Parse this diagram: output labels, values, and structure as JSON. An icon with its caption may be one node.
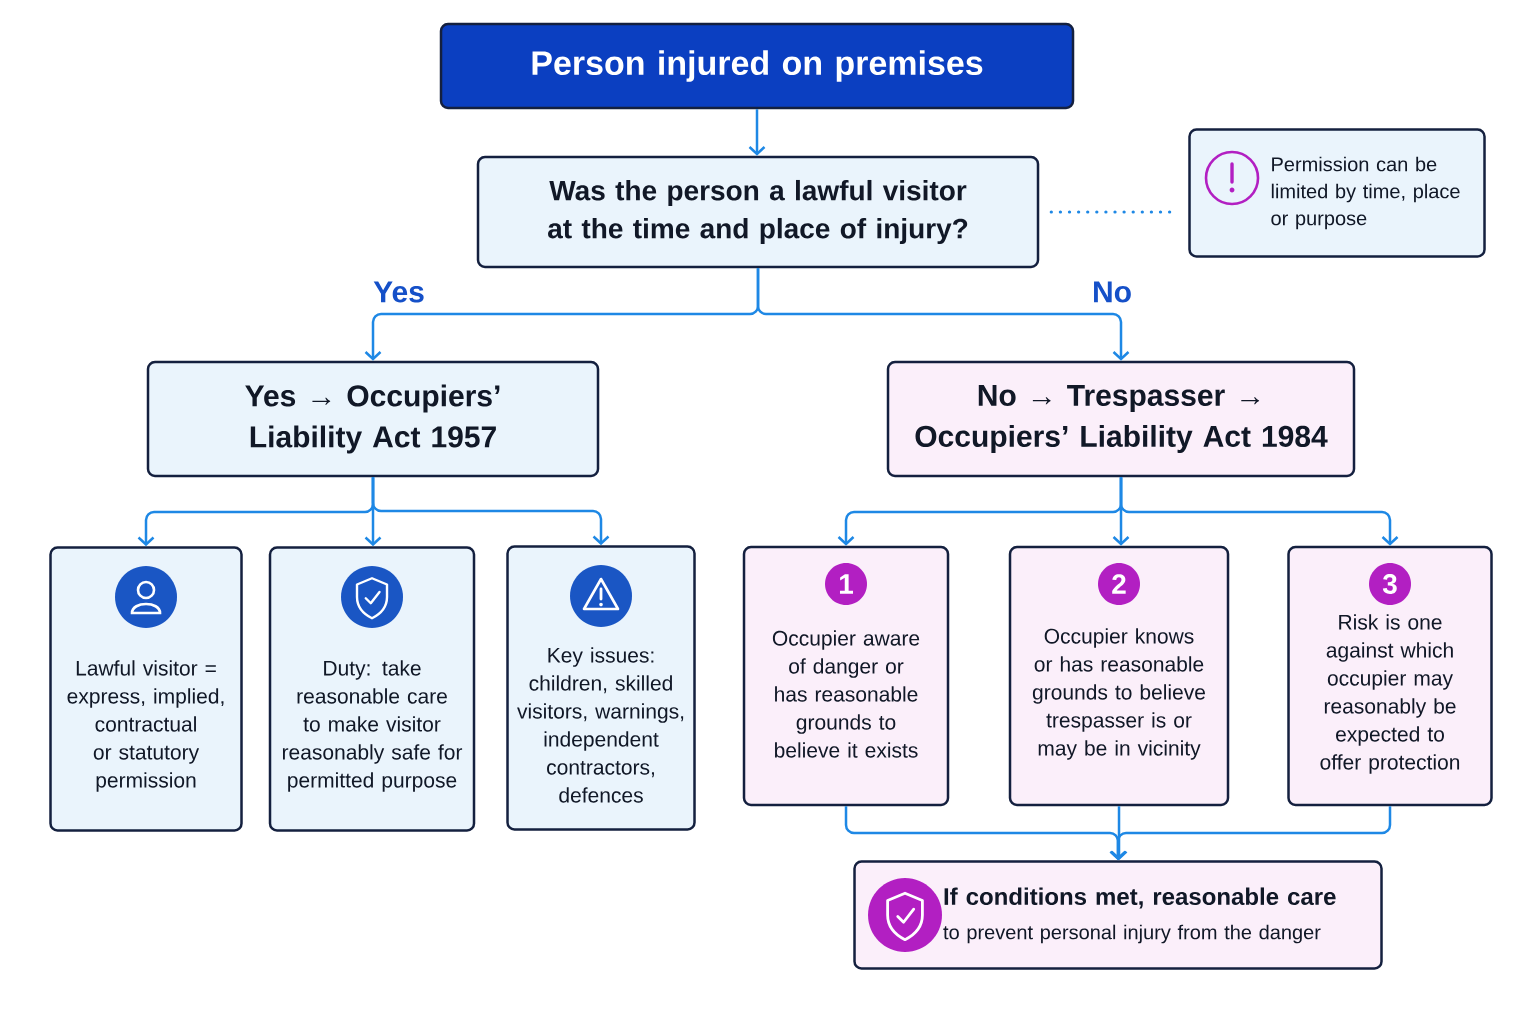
{
  "diagram": {
    "nodes": [
      {
        "text": [
          "Person injured on premises"
        ]
      },
      {
        "text": [
          "Was the person a lawful visitor at the time and place of injury?"
        ]
      },
      {
        "text": [
          "Permission can be limited by time, place or purpose"
        ]
      },
      {
        "text": [
          "Yes → Occupiers’ Liability Act 1957"
        ]
      },
      {
        "text": [
          "No → Trespasser → Occupiers’ Liability Act 1984"
        ]
      },
      {
        "text": [
          "Lawful visitor = express, implied, contractual or statutory permission"
        ]
      },
      {
        "text": [
          "Duty: take reasonable care to make visitor reasonably safe for permitted purpose"
        ]
      },
      {
        "text": [
          "Key issues: children, skilled visitors, warnings, independent contractors, defences"
        ]
      },
      {
        "text": [
          "1",
          "Occupier aware of danger or has reasonable grounds to believe it exists"
        ]
      },
      {
        "text": [
          "2",
          "Occupier knows or has reasonable grounds to believe trespasser is or may be in vicinity"
        ]
      },
      {
        "text": [
          "3",
          "Risk is one against which occupier may reasonably be expected to offer protection"
        ]
      },
      {
        "text": [
          "If conditions met, reasonable care",
          "to prevent personal injury from the danger"
        ]
      }
    ],
    "edges": [
      {
        "from": 0,
        "to": 1,
        "arrow": "to"
      },
      {
        "from": 1,
        "to": 3,
        "arrow": "to",
        "label": "Yes"
      },
      {
        "from": 1,
        "to": 4,
        "arrow": "to",
        "label": "No"
      },
      {
        "from": 1,
        "to": 2,
        "arrow": "none",
        "style": "dashed"
      },
      {
        "from": 3,
        "to": 5,
        "arrow": "to"
      },
      {
        "from": 3,
        "to": 6,
        "arrow": "to"
      },
      {
        "from": 3,
        "to": 7,
        "arrow": "to"
      },
      {
        "from": 4,
        "to": 8,
        "arrow": "to"
      },
      {
        "from": 4,
        "to": 9,
        "arrow": "to"
      },
      {
        "from": 4,
        "to": 10,
        "arrow": "to"
      },
      {
        "from": 8,
        "to": 11,
        "arrow": "to"
      },
      {
        "from": 9,
        "to": 11,
        "arrow": "to"
      },
      {
        "from": 10,
        "to": 11,
        "arrow": "to"
      }
    ]
  }
}
